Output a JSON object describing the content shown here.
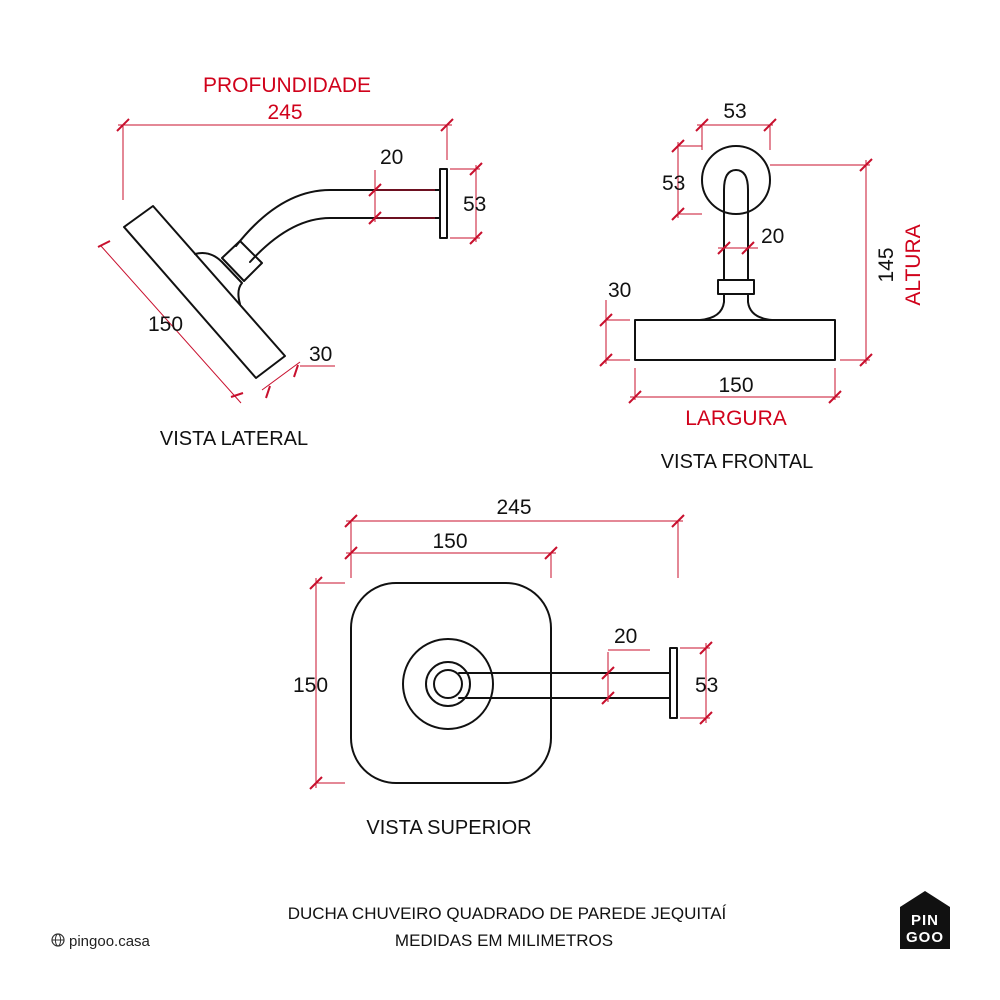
{
  "views": {
    "lateral": {
      "title": "VISTA LATERAL",
      "depth_label": "PROFUNDIDADE",
      "depth": "245",
      "arm_diameter": "20",
      "flange": "53",
      "head_size": "150",
      "head_thickness": "30"
    },
    "frontal": {
      "title": "VISTA FRONTAL",
      "flange_width": "53",
      "flange_height": "53",
      "arm_diameter": "20",
      "head_thickness": "30",
      "width": "150",
      "width_label": "LARGURA",
      "height": "145",
      "height_label": "ALTURA"
    },
    "superior": {
      "title": "VISTA SUPERIOR",
      "depth": "245",
      "head_width": "150",
      "head_depth": "150",
      "arm_diameter": "20",
      "flange": "53"
    }
  },
  "caption": {
    "line1": "DUCHA CHUVEIRO QUADRADO DE PAREDE JEQUITAÍ",
    "line2": "MEDIDAS EM MILIMETROS"
  },
  "brand": {
    "site": "pingoo.casa",
    "logo_line1": "PIN",
    "logo_line2": "GOO"
  },
  "colors": {
    "dimension": "#c8102e",
    "label_red": "#d0021b",
    "outline": "#111111"
  }
}
